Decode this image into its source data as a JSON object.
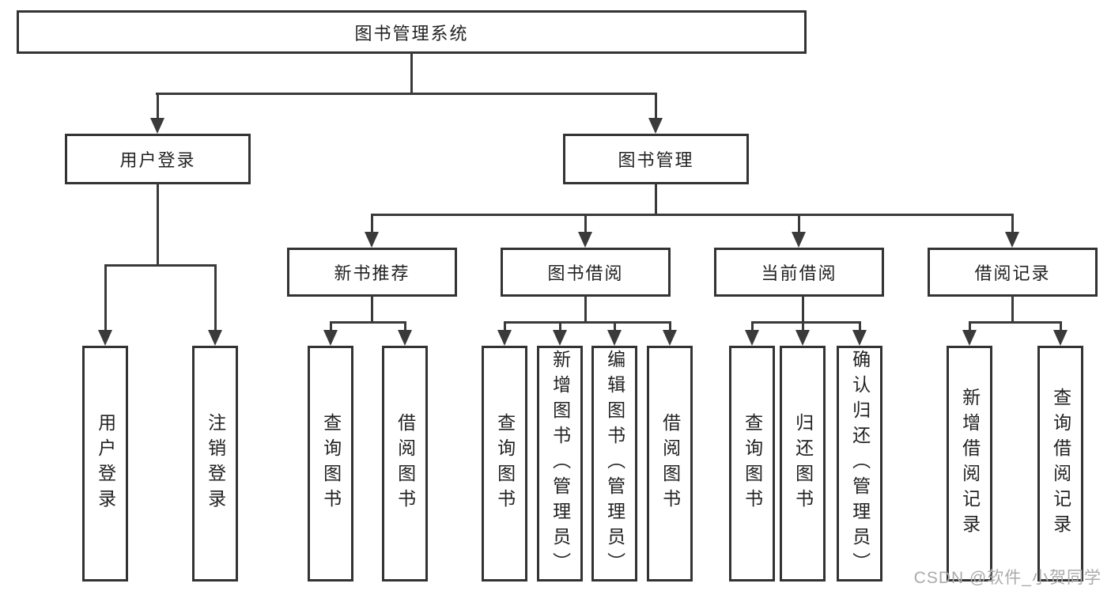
{
  "nodes": {
    "root": "图书管理系统",
    "user_login": "用户登录",
    "book_management": "图书管理",
    "new_book_recommend": "新书推荐",
    "book_borrowing": "图书借阅",
    "current_borrowing": "当前借阅",
    "borrowing_records": "借阅记录",
    "leaf_user_login": "用户登录",
    "leaf_logout": "注销登录",
    "leaf_query_books_recommend": "查询图书",
    "leaf_borrow_books_recommend": "借阅图书",
    "leaf_query_books_borrowing": "查询图书",
    "leaf_add_books_admin": "新增图书（管理员）",
    "leaf_edit_books_admin": "编辑图书（管理员）",
    "leaf_borrow_books_borrowing": "借阅图书",
    "leaf_query_books_current": "查询图书",
    "leaf_return_books": "归还图书",
    "leaf_confirm_return_admin": "确认归还（管理员）",
    "leaf_add_borrow_record": "新增借阅记录",
    "leaf_query_borrow_record": "查询借阅记录"
  },
  "watermark": "CSDN @软件_小贺同学",
  "colors": {
    "line": "#3a3a3a",
    "box_border": "#333333",
    "text": "#222222",
    "watermark": "#aaaaaa",
    "background": "#ffffff"
  }
}
